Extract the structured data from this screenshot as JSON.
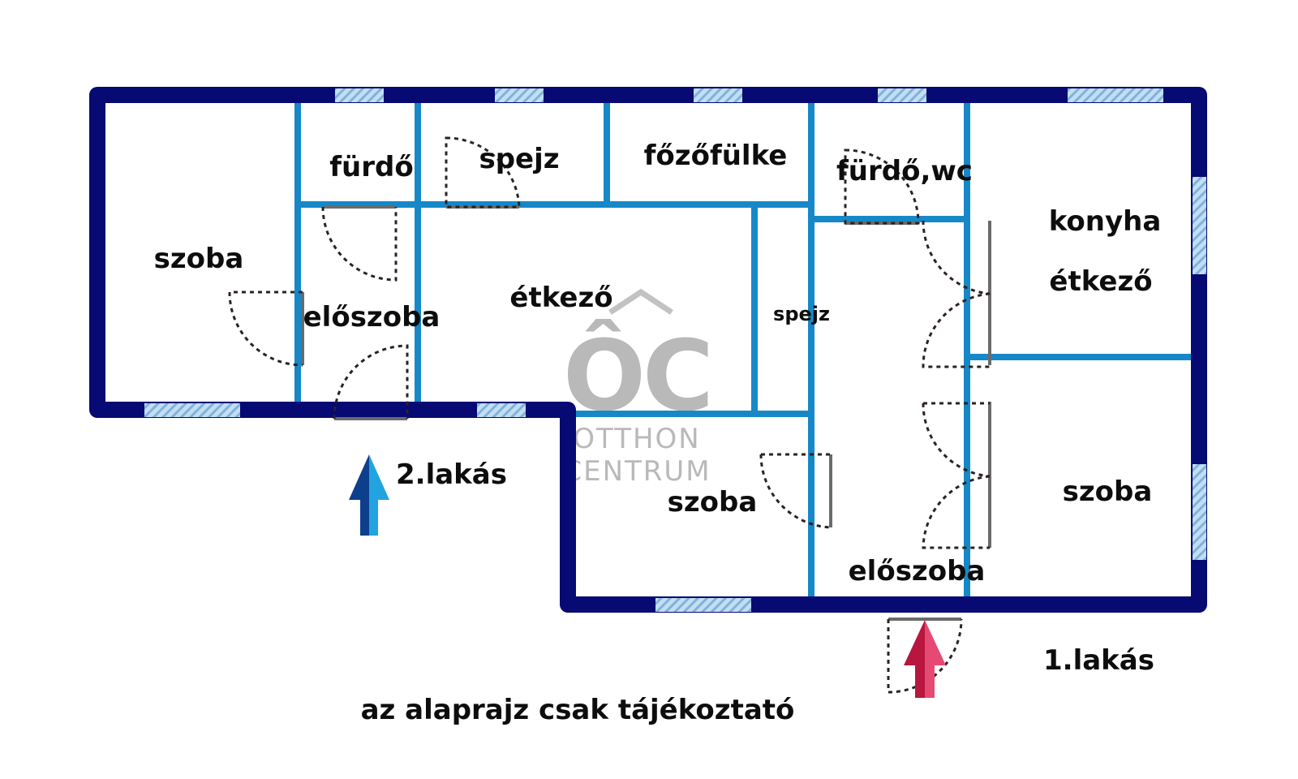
{
  "colors": {
    "outer_wall": "#070a73",
    "inner_wall": "#1688c8",
    "window": "#8fc0e3",
    "door_swing": "#2b2320",
    "door_frame": "#6b6b6b",
    "arrow_blue": "#1f96d6",
    "arrow_red": "#d8244f",
    "watermark": "#b9b9b9",
    "text": "#0d0d0d"
  },
  "rooms": {
    "szoba_left": "szoba",
    "furdo_top": "fürdő",
    "spejz_top": "spejz",
    "fozofulke": "főzőfülke",
    "furdo_wc": "fürdő,wc",
    "konyha": "konyha",
    "etkezo_right": "étkező",
    "eloszoba_left": "előszoba",
    "etkezo_center": "étkező",
    "spejz_small": "spejz",
    "szoba_center": "szoba",
    "eloszoba_right": "előszoba",
    "szoba_right": "szoba"
  },
  "labels": {
    "flat2": "2.lakás",
    "flat1": "1.lakás",
    "disclaimer": "az alaprajz csak tájékoztató"
  },
  "watermark": {
    "logo": "ÔC",
    "line1": "OTTHON",
    "line2": "CENTRUM"
  },
  "icons": {
    "entrance_flat2": "up-arrow-icon",
    "entrance_flat1": "up-arrow-icon"
  }
}
